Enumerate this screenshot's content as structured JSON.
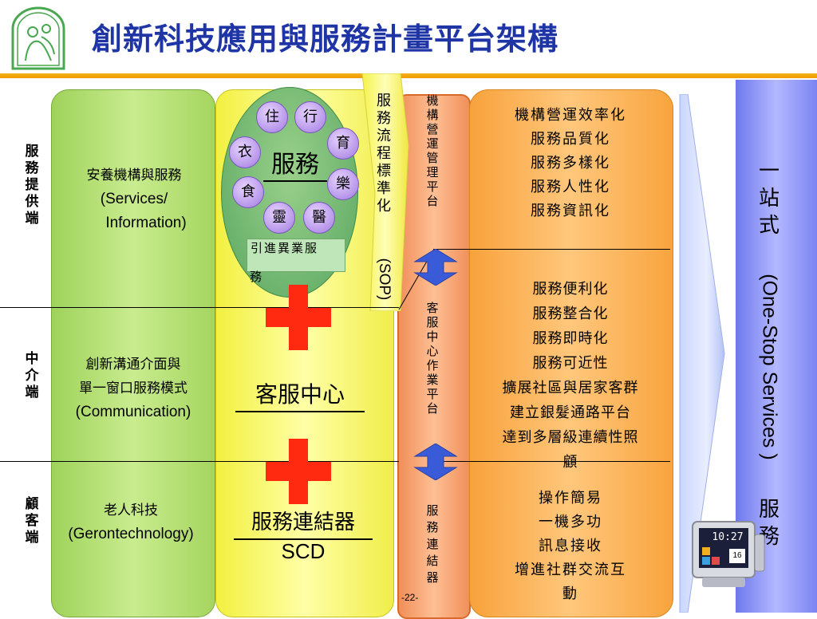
{
  "title": "創新科技應用與服務計畫平台架構",
  "left_labels": [
    "服務提供端",
    "中介端",
    "顧客端"
  ],
  "green_column": {
    "top_line1": "安養機構與服務",
    "top_line2": "(Services/",
    "top_line3": "Information)",
    "mid_line1": "創新溝通介面與",
    "mid_line2": "單一窗口服務模式",
    "mid_line3": "(Communication)",
    "bottom_line1": "老人科技",
    "bottom_line2": "(Gerontechnology)"
  },
  "service_circle": {
    "center": "服務",
    "nodes": [
      "住",
      "行",
      "衣",
      "育",
      "食",
      "樂",
      "靈",
      "醫"
    ],
    "intro_line1": "引進異業服",
    "intro_line2": "務"
  },
  "yellow_column": {
    "center_label": "客服中心",
    "connector_label": "服務連結器",
    "connector_sub": "SCD"
  },
  "sop_arrow": {
    "chars": [
      "服",
      "務",
      "流",
      "程",
      "標",
      "準",
      "化"
    ],
    "tail": "(SOP)"
  },
  "salmon_column": {
    "top": [
      "機",
      "構",
      "營",
      "運",
      "管",
      "理",
      "平",
      "台"
    ],
    "middle": [
      "客",
      "服",
      "中",
      "心",
      "作",
      "業",
      "平",
      "台"
    ],
    "bottom": [
      "服",
      "務",
      "連",
      "結",
      "器"
    ],
    "page_number": "-22-"
  },
  "orange_column": {
    "top": [
      "機構營運效率化",
      "服務品質化",
      "服務多樣化",
      "服務人性化",
      "服務資訊化"
    ],
    "middle": [
      "服務便利化",
      "服務整合化",
      "服務即時化",
      "服務可近性",
      "擴展社區與居家客群",
      "建立銀髮通路平台",
      "達到多層級連續性照",
      "顧"
    ],
    "bottom": [
      "操作簡易",
      "一機多功",
      "訊息接收",
      "增進社群交流互",
      "動"
    ]
  },
  "blue_column": {
    "chars_top": [
      "一",
      "站",
      "式"
    ],
    "rotated": "(One-Stop Services )",
    "chars_bottom": [
      "服",
      "務"
    ]
  },
  "device_screen": {
    "time": "10:27",
    "date": "16"
  },
  "colors": {
    "title": "#1f35a6",
    "rule": "#f5b21a",
    "green": "#a5d55f",
    "yellow": "#f0ee4a",
    "salmon": "#f0905a",
    "orange": "#f8a43e",
    "blue": "#7b84f2",
    "cross": "#ff2a10"
  }
}
